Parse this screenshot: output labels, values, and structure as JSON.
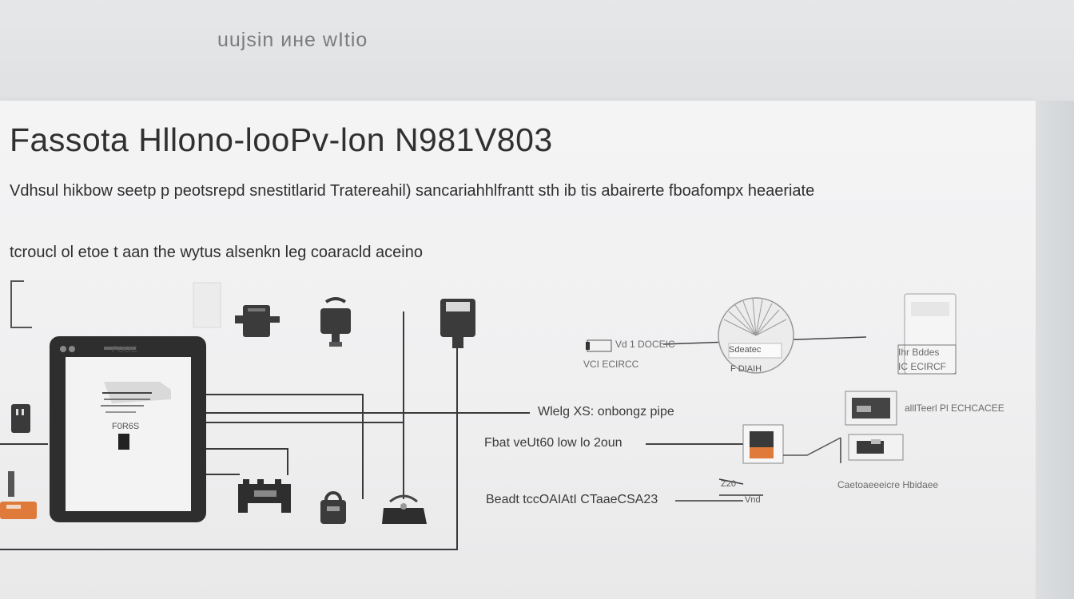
{
  "header": {
    "label": "uujsin ине wItio"
  },
  "title": "Fassota Hllono-looPv-lon N981V803",
  "subtitle": "Vdhsul hikbow seetp p peotsrepd snestitlarid Tratereahil) sancariahhlfrantt sth ib tis abairerte fboafompx heaeriate",
  "caption": "tcroucl ol etoe t aan the wytus alsenkn leg coaracld aceino",
  "labels": {
    "device_tiny_1": "FOOC",
    "device_tiny_2": "F0R6S",
    "left_component_top": "Vd 1 DOCEIC",
    "left_component_bottom": "VCI ECIRCC",
    "hub_tag": "Sdeatec",
    "hub_tag_2": "F DIAIH",
    "right_card_line1": "Ihr Bddes",
    "right_card_line2": "IC ECIRCF",
    "line_label_main": "Wlelg XS: onbongz pipe",
    "line_label_2": "Fbat veUt60 low lo 2oun",
    "line_label_3": "Beadt tccOAIAtI CTaaeCSA23",
    "line_label_3_tag": "Z20",
    "line_label_3_tag_b": "Vnd",
    "right_label_1": "alllTeerl Pl ECHCACEE",
    "right_label_2": "Caetoaeeeicre Hbidaee"
  },
  "colors": {
    "accent_orange": "#e07a3a",
    "line": "#3a3a3a",
    "device_body": "#2e2e2e"
  }
}
